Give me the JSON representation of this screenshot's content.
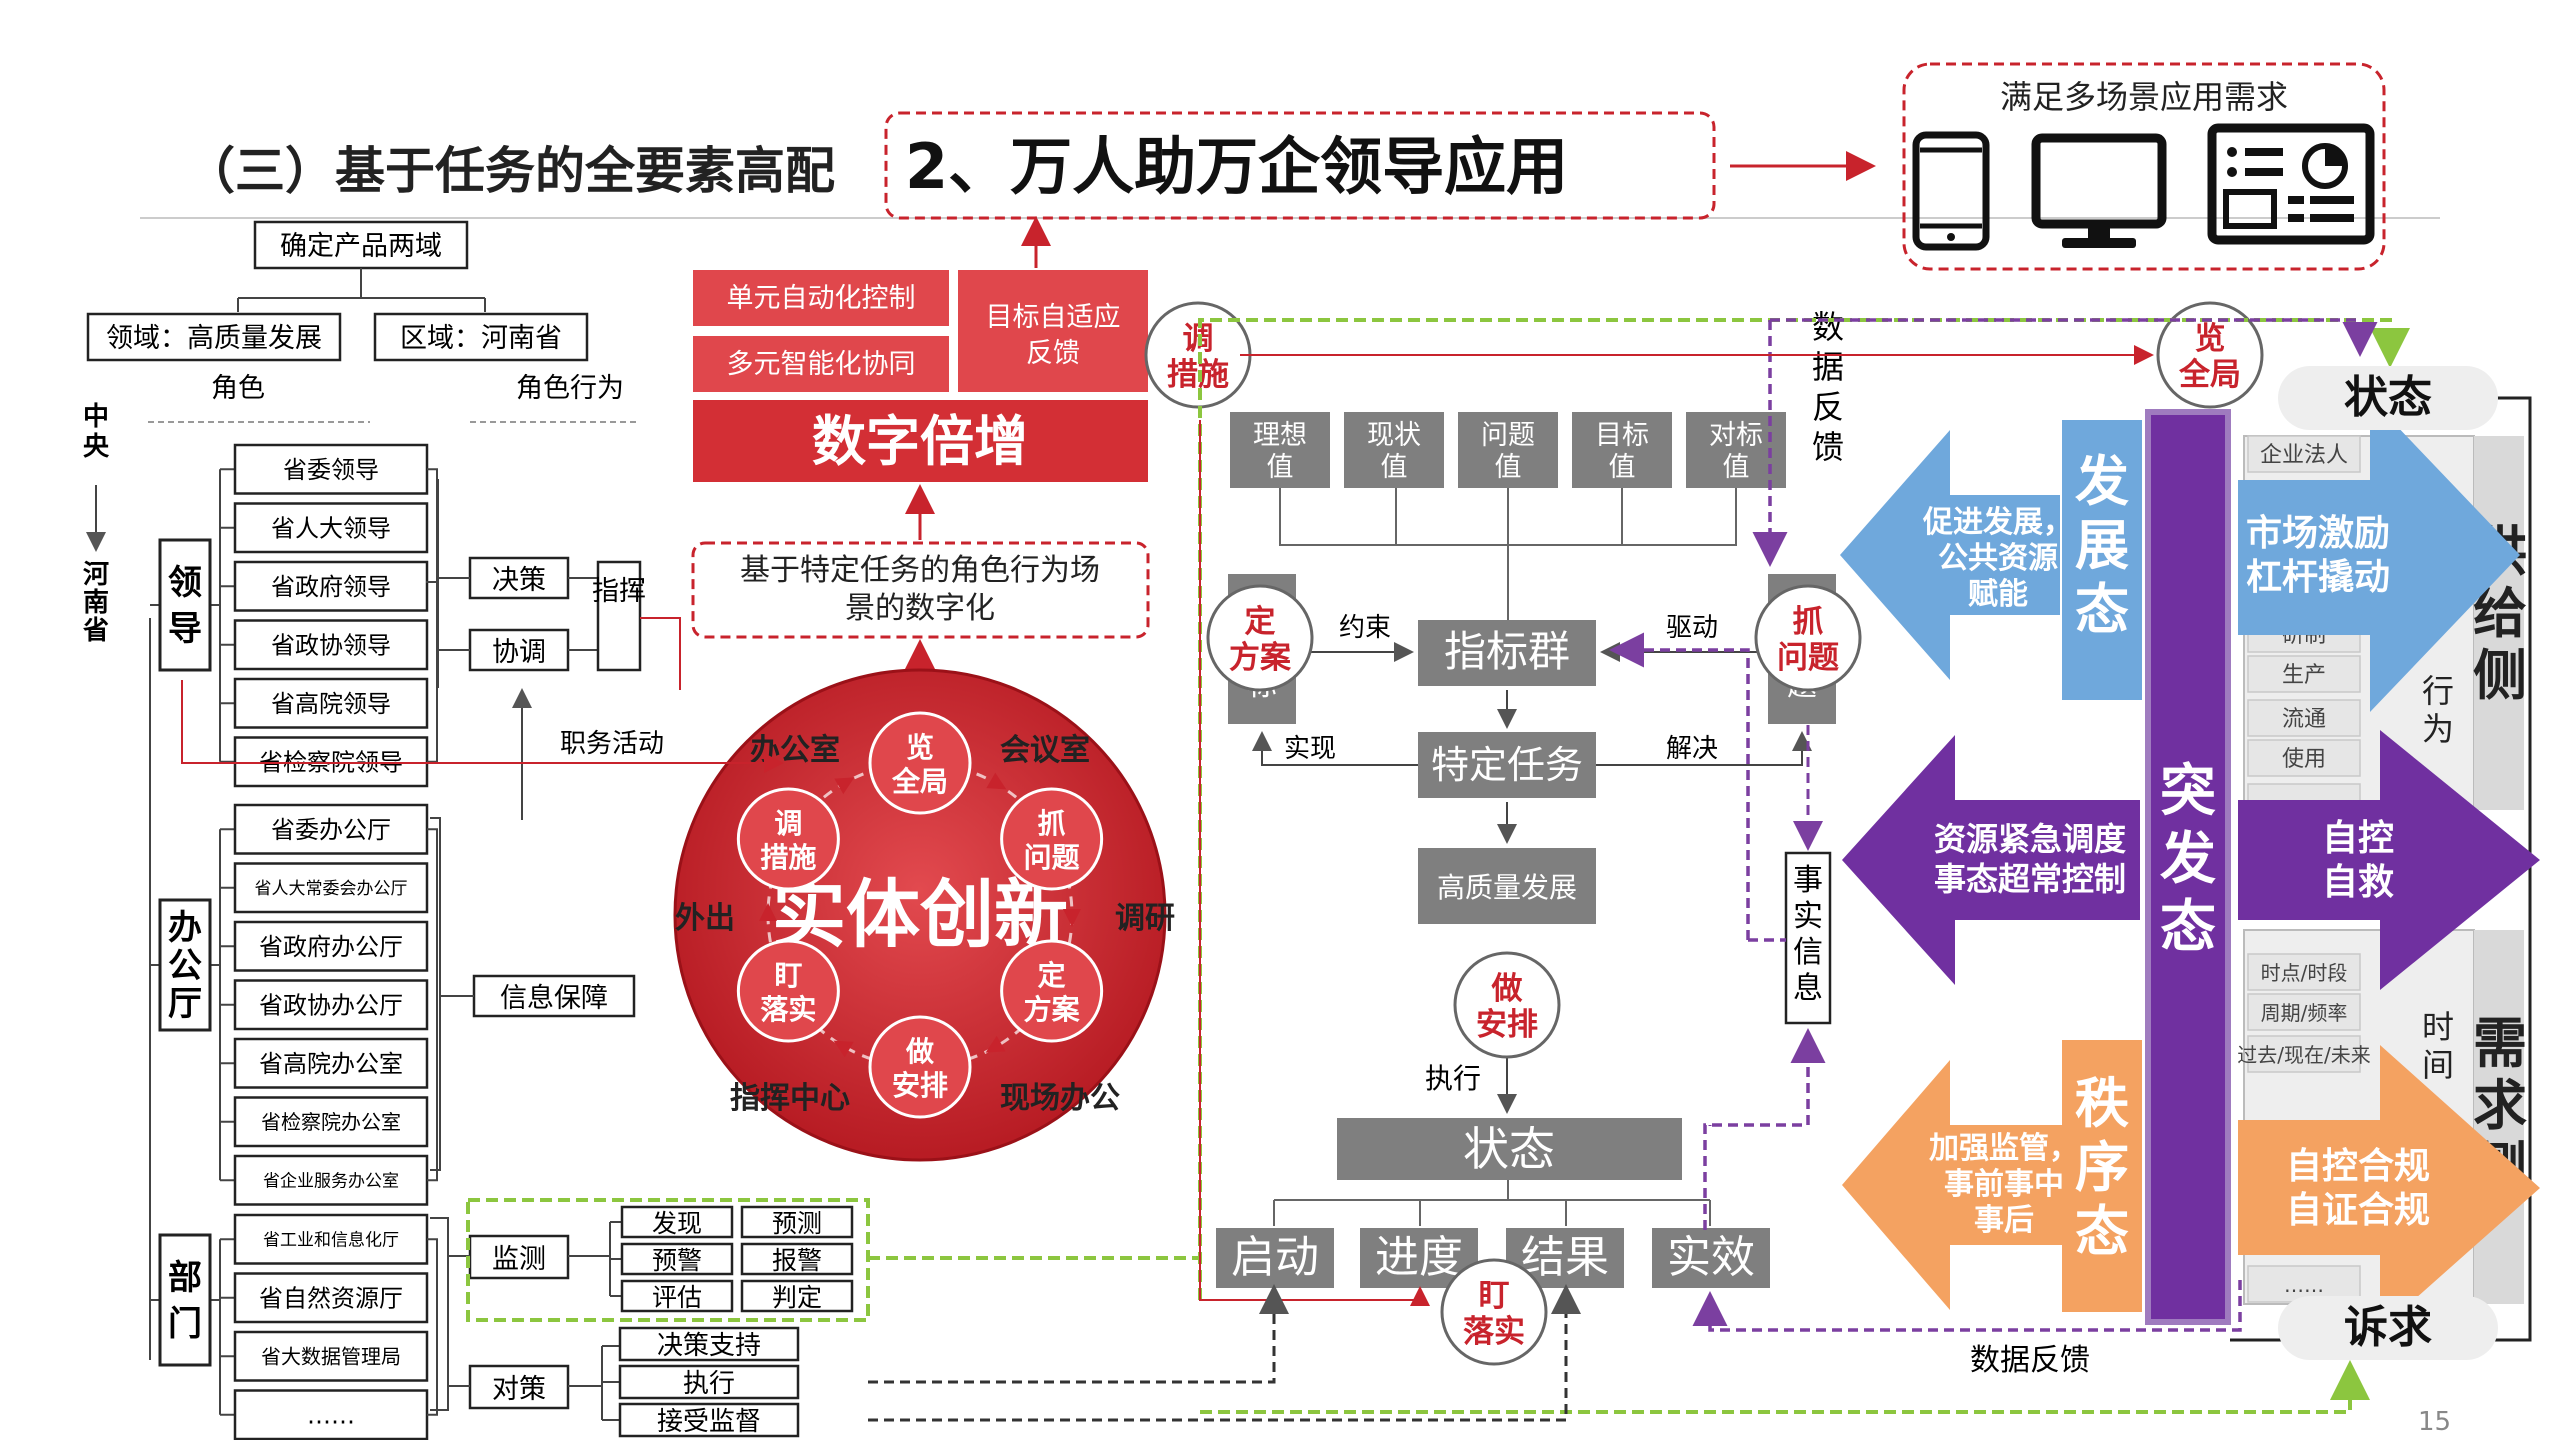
{
  "colors": {
    "red": "#c8232c",
    "red_light": "#e0474c",
    "gray": "#7f7f7f",
    "blue": "#6fa8dc",
    "purple": "#7030a0",
    "orange": "#f4a261",
    "green_dash": "#8cc63f",
    "purple_dash": "#7b3fa0"
  },
  "header": {
    "section_title": "（三）基于任务的全要素高配",
    "main_title": "2、万人助万企领导应用",
    "demand_title": "满足多场景应用需求",
    "device_icons": [
      "phone-icon",
      "monitor-icon",
      "dashboard-icon"
    ],
    "page_number": "15"
  },
  "left_org": {
    "product_domain": "确定产品两域",
    "field": "领域：高质量发展",
    "region": "区域：河南省",
    "role": "角色",
    "role_behavior": "角色行为",
    "axis_top": "中央",
    "axis_bottom": "河南省",
    "groups": [
      {
        "label": "领导",
        "items": [
          "省委领导",
          "省人大领导",
          "省政府领导",
          "省政协领导",
          "省高院领导",
          "省检察院领导"
        ]
      },
      {
        "label": "办公厅",
        "items": [
          "省委办公厅",
          "省人大常委会办公厅",
          "省政府办公厅",
          "省政协办公厅",
          "省高院办公室",
          "省检察院办公室",
          "省企业服务办公室"
        ]
      },
      {
        "label": "部门",
        "items": [
          "省工业和信息化厅",
          "省自然资源厅",
          "省大数据管理局",
          "……"
        ]
      }
    ],
    "decision": "决策",
    "coordination": "协调",
    "command": "指挥",
    "duty_activity": "职务活动",
    "info_guarantee": "信息保障",
    "monitoring": "监测",
    "monitor_items": [
      "发现",
      "预测",
      "预警",
      "报警",
      "评估",
      "判定"
    ],
    "countermeasure": "对策",
    "counter_items": [
      "决策支持",
      "执行",
      "接受监督"
    ]
  },
  "center": {
    "auto_control": "单元自动化控制",
    "multi_collab": "多元智能化协同",
    "adaptive_feedback": "目标自适应反馈",
    "digital_multiply": "数字倍增",
    "scene_digital": "基于特定任务的角色行为场景的数字化",
    "entity_innovation": "实体创新",
    "cycle_nodes": [
      "览全局",
      "抓问题",
      "定方案",
      "做安排",
      "盯落实",
      "调措施"
    ],
    "places": [
      "办公室",
      "会议室",
      "调研",
      "现场办公",
      "指挥中心",
      "外出"
    ]
  },
  "workflow": {
    "values": [
      "理想值",
      "现状值",
      "问题值",
      "目标值",
      "对标值"
    ],
    "indicator_group": "指标群",
    "specific_task": "特定任务",
    "high_quality": "高质量发展",
    "status": "状态",
    "stages": [
      "启动",
      "进度",
      "结果",
      "实效"
    ],
    "constraint": "约束",
    "drive": "驱动",
    "realize": "实现",
    "solve": "解决",
    "execute": "执行",
    "fact_info": "事实信息",
    "data_feedback_v": "数据反馈",
    "data_feedback_h": "数据反馈",
    "left_hidden_label": "标",
    "right_hidden_label": "题",
    "nodes": {
      "adjust": "调措施",
      "overview": "览全局",
      "plan": "定方案",
      "problem": "抓问题",
      "arrange": "做安排",
      "track": "盯落实"
    }
  },
  "right": {
    "state_title": "状态",
    "appeal_title": "诉求",
    "development_state": "发展态",
    "development_text": "促进发展，公共资源赋能",
    "emergency_state": "突发态",
    "emergency_text": "资源紧急调度事态超常控制",
    "order_state": "秩序态",
    "order_text": "加强监管，事前事中事后",
    "market_text": "市场激励杠杆撬动",
    "self_control": "自控自救",
    "compliance": "自控合规自证合规",
    "supply_side": "供给侧",
    "demand_side": "需求侧",
    "behavior": "行为",
    "time": "时间",
    "entity_rows": [
      "企业法人",
      "研制",
      "生产",
      "流通",
      "使用",
      "……"
    ],
    "time_rows": [
      "时点/时段",
      "周期/频率",
      "过去/现在/未来",
      "……"
    ]
  }
}
